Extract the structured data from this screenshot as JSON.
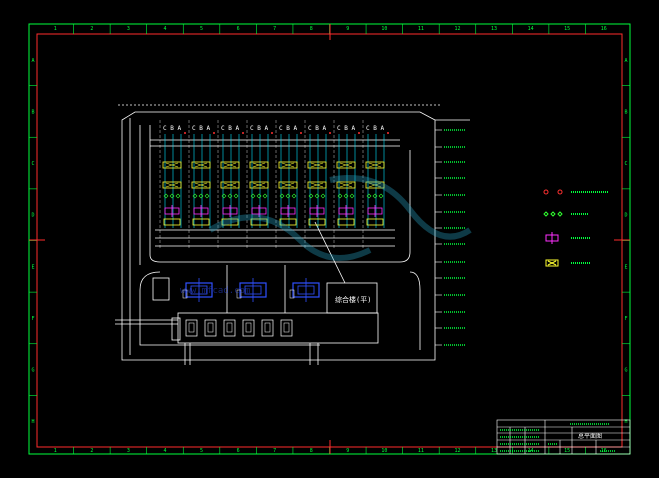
{
  "border": {
    "col_labels": [
      "1",
      "2",
      "3",
      "4",
      "5",
      "6",
      "7",
      "8",
      "9",
      "10",
      "11",
      "12",
      "13",
      "14",
      "15",
      "16"
    ],
    "row_labels": [
      "A",
      "B",
      "C",
      "D",
      "E",
      "F",
      "G",
      "H"
    ],
    "line_color": "#00ff3c",
    "frame_color": "#ff2d2d"
  },
  "plan": {
    "bay_tags": [
      "C B A",
      "C B A",
      "C B A",
      "C B A",
      "C B A",
      "C B A",
      "C B A",
      "C B A"
    ],
    "control_room_label": "综合楼(平)",
    "watermark_text": "www.mfcad.com"
  },
  "legend": {
    "items": [
      {
        "symbol": "circle-pair-icon",
        "color": "#ff3030"
      },
      {
        "symbol": "diamond-pair-icon",
        "color": "#30ff30"
      },
      {
        "symbol": "breaker-icon",
        "color": "#ff30ff"
      },
      {
        "symbol": "transformer-icon",
        "color": "#ffff30"
      }
    ]
  },
  "title_block": {
    "drawing_title": "总平面图"
  },
  "colors": {
    "structure": "#ffffff",
    "cyan": "#00e5ff",
    "yellow": "#ffff30",
    "magenta": "#ff30ff",
    "blue": "#3050ff",
    "green": "#30ff30",
    "red": "#ff3030"
  }
}
